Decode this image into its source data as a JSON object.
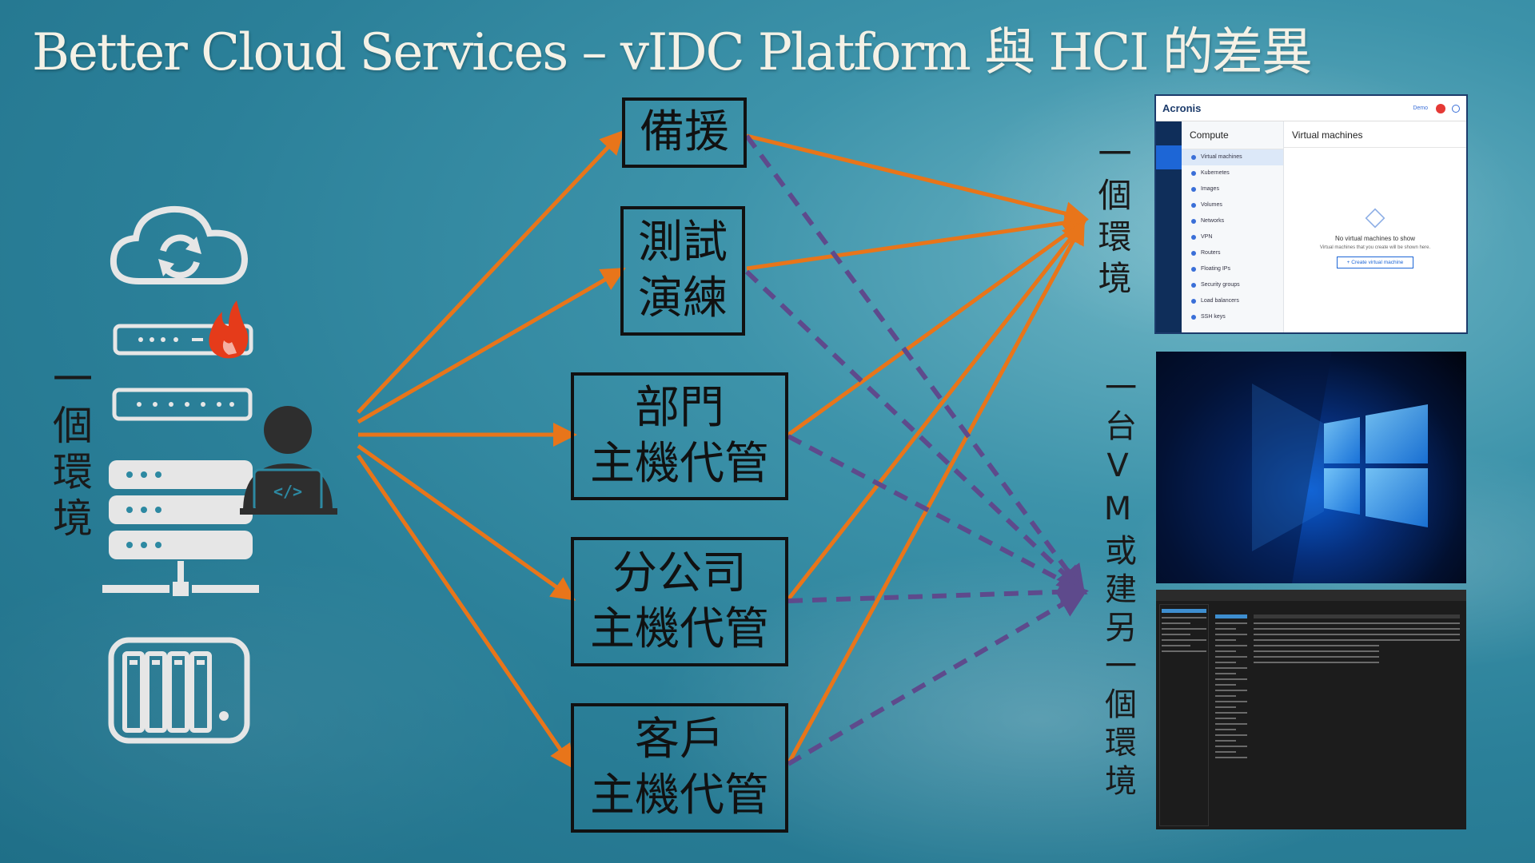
{
  "title": "Better Cloud Services – vIDC Platform 與 HCI 的差異",
  "left_label": "一個環境",
  "right_top_label": "一個環境",
  "right_bottom_label": "一台VM或建另一個環境",
  "boxes": [
    {
      "line1": "備援",
      "line2": ""
    },
    {
      "line1": "測試",
      "line2": "演練"
    },
    {
      "line1": "部門",
      "line2": "主機代管"
    },
    {
      "line1": "分公司",
      "line2": "主機代管"
    },
    {
      "line1": "客戶",
      "line2": "主機代管"
    }
  ],
  "colors": {
    "solid_arrow": "#e8751a",
    "dashed_arrow": "#5e4a8c",
    "box_border": "#111111",
    "icons": "#e6e6e6",
    "flame": "#e53b1a"
  },
  "icons": [
    "cloud-sync-icon",
    "firewall-icon",
    "switch-icon",
    "server-rack-icon",
    "developer-icon",
    "nas-icon"
  ],
  "acronis": {
    "logo": "Acronis",
    "account": "Demo",
    "section": "Compute",
    "page_title": "Virtual machines",
    "menu": [
      "Virtual machines",
      "Kubernetes",
      "Images",
      "Volumes",
      "Networks",
      "VPN",
      "Routers",
      "Floating IPs",
      "Security groups",
      "Load balancers",
      "SSH keys"
    ],
    "empty_title": "No virtual machines to show",
    "empty_sub": "Virtual machines that you create will be shown here.",
    "create_button": "+ Create virtual machine"
  },
  "screens": [
    "windows-desktop",
    "proxmox-console"
  ]
}
